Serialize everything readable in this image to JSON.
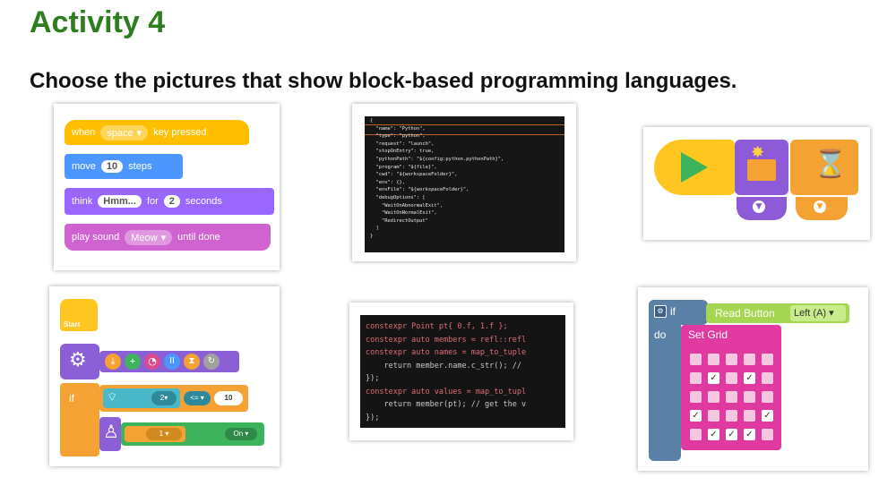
{
  "header": {
    "title": "Activity 4",
    "instruction": "Choose the pictures that show block-based programming languages."
  },
  "scratch": {
    "when": "when",
    "space": "space",
    "key_pressed": "key pressed",
    "move": "move",
    "steps_value": "10",
    "steps": "steps",
    "think": "think",
    "think_value": "Hmm...",
    "for": "for",
    "seconds_value": "2",
    "seconds": "seconds",
    "play_sound": "play sound",
    "sound_value": "Meow",
    "until_done": "until done"
  },
  "json_code": {
    "lines": [
      "{",
      "  \"name\": \"Python\",",
      "  \"type\": \"python\",",
      "  \"request\": \"launch\",",
      "  \"stopOnEntry\": true,",
      "  \"pythonPath\": \"${config:python.pythonPath}\",",
      "  \"program\": \"${file}\",",
      "  \"cwd\": \"${workspaceFolder}\",",
      "  \"env\": {},",
      "  \"envFile\": \"${workspaceFolder}\",",
      "  \"debugOptions\": [",
      "    \"WaitOnAbnormalExit\",",
      "    \"WaitOnNormalExit\",",
      "    \"RedirectOutput\"",
      "  ]",
      "}"
    ]
  },
  "lego": {
    "start_label": "▶"
  },
  "robot": {
    "start": "Start",
    "if": "if",
    "dropdown1": "2",
    "compare": "<=",
    "value": "10",
    "dropdown2": "1",
    "toggle": "On"
  },
  "cpp_code": {
    "lines": [
      "constexpr Point pt{ 0.f, 1.f };",
      "constexpr auto members = refl::refl",
      "constexpr auto names = map_to_tuple",
      "    return member.name.c_str(); //",
      "});",
      "constexpr auto values = map_to_tupl",
      "    return member(pt); // get the v",
      "});"
    ]
  },
  "microbit": {
    "if": "if",
    "read_button": "Read Button",
    "button_value": "Left (A)",
    "do": "do",
    "set_grid": "Set Grid",
    "grid": [
      [
        0,
        0,
        0,
        0,
        0
      ],
      [
        0,
        1,
        0,
        1,
        0
      ],
      [
        0,
        0,
        0,
        0,
        0
      ],
      [
        1,
        0,
        0,
        0,
        1
      ],
      [
        0,
        1,
        1,
        1,
        0
      ]
    ]
  },
  "colors": {
    "title": "#2e7d1f",
    "scratch_events": "#ffbf00",
    "scratch_motion": "#4c97ff",
    "scratch_looks": "#9966ff",
    "scratch_sound": "#cf63cf",
    "lego_green": "#3db35b",
    "lego_purple": "#8e5bd8",
    "lego_orange": "#f4a233",
    "microbit_blue": "#5b80a5",
    "microbit_pink": "#e03aa0"
  }
}
